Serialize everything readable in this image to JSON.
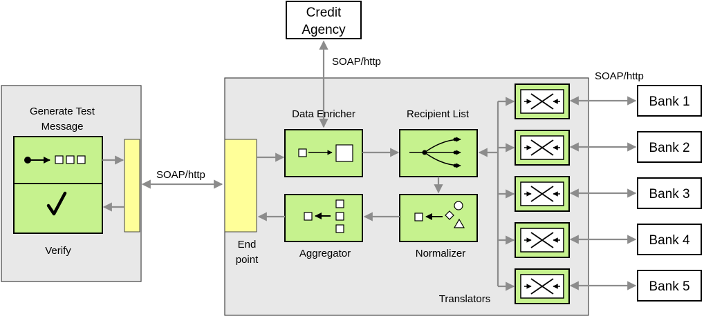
{
  "credit_agency": {
    "line1": "Credit",
    "line2": "Agency"
  },
  "soap_top": "SOAP/http",
  "soap_right": "SOAP/http",
  "soap_left": "SOAP/http",
  "test_client": {
    "title1": "Generate Test",
    "title2": "Message",
    "verify": "Verify"
  },
  "endpoint": {
    "line1": "End",
    "line2": "point"
  },
  "data_enricher": "Data Enricher",
  "recipient_list": "Recipient List",
  "aggregator": "Aggregator",
  "normalizer": "Normalizer",
  "translators": "Translators",
  "banks": [
    "Bank 1",
    "Bank 2",
    "Bank 3",
    "Bank 4",
    "Bank 5"
  ],
  "colors": {
    "component_fill": "#c6f28e",
    "endpoint_fill": "#ffff99",
    "panel_fill": "#e8e8e8",
    "connector": "#8c8c8c"
  }
}
